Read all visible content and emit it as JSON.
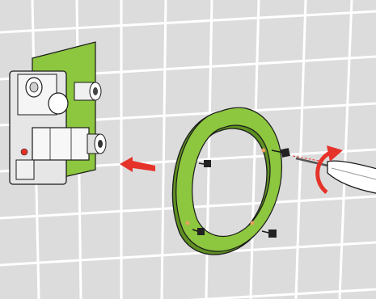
{
  "illustration": {
    "subject": "shower-valve-trim-ring-installation",
    "steps": [
      {
        "action": "push",
        "indicator": "red-arrow"
      },
      {
        "action": "screw-clockwise",
        "indicator": "curved-rotation-arrow"
      }
    ]
  },
  "colors": {
    "background": "#f2f2f2",
    "tile_line": "#ffffff",
    "wall_tile": "#d9d9d9",
    "green_ring": "#8dc63f",
    "green_ring_dark": "#5e8f22",
    "valve_body": "#e6e6e6",
    "outline": "#1a1a1a",
    "arrow_red": "#e53329",
    "screw_dark": "#222222"
  },
  "icons": [
    "valve-body-icon",
    "push-arrow-icon",
    "trim-ring-icon",
    "screwdriver-icon",
    "rotation-arrow-icon"
  ]
}
